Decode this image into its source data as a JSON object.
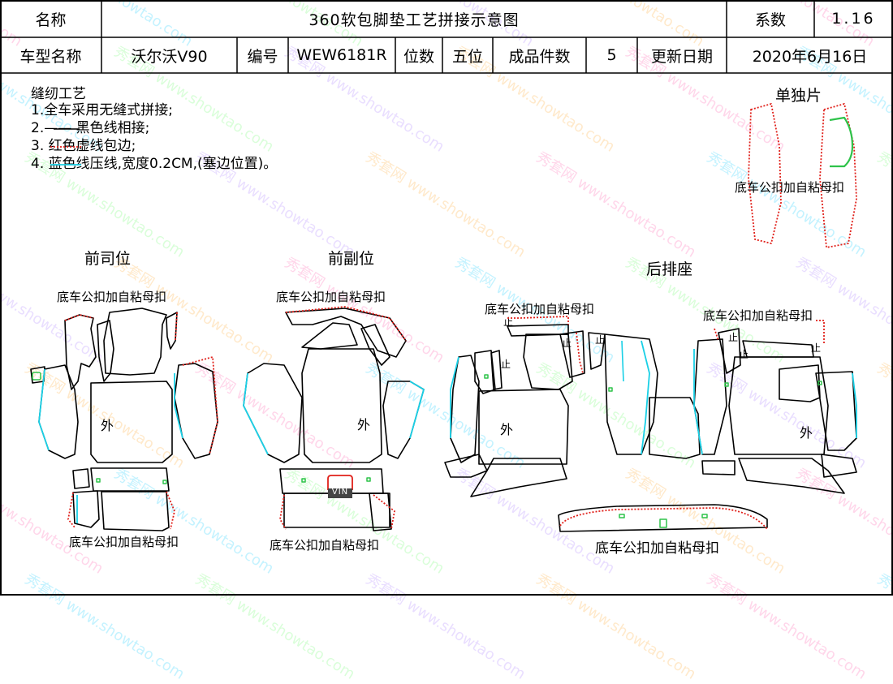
{
  "header": {
    "name_label": "名称",
    "title": "360软包脚垫工艺拼接示意图",
    "coef_label": "系数",
    "coef_value": "1.16",
    "model_label": "车型名称",
    "model_value": "沃尔沃V90",
    "code_label": "编号",
    "code_value": "WEW6181R",
    "seats_label": "位数",
    "seats_value": "五位",
    "pieces_label": "成品件数",
    "pieces_value": "5",
    "date_label": "更新日期",
    "date_value": "2020年6月16日"
  },
  "process": {
    "heading": "缝纫工艺",
    "items": [
      "1.全车采用无缝式拼接;",
      "2.—— 黑色线相接;",
      "3. 红色虚线包边;",
      "4. 蓝色线压线,宽度0.2CM,(塞边位置)。"
    ]
  },
  "sections": {
    "driver": "前司位",
    "passenger": "前副位",
    "rear": "后排座",
    "single": "单独片"
  },
  "labels": {
    "clip": "底车公扣加自粘母扣",
    "outer": "外",
    "vin": "VIN",
    "stop": "止"
  },
  "watermark": {
    "cn": "秀套网",
    "url": "www.showtao.com"
  },
  "colors": {
    "seam_black": "#000000",
    "binding_red": "#e0201a",
    "topstitch_blue": "#19d0e6",
    "marker_green": "#2ec34a",
    "vin_dark": "#444444"
  }
}
